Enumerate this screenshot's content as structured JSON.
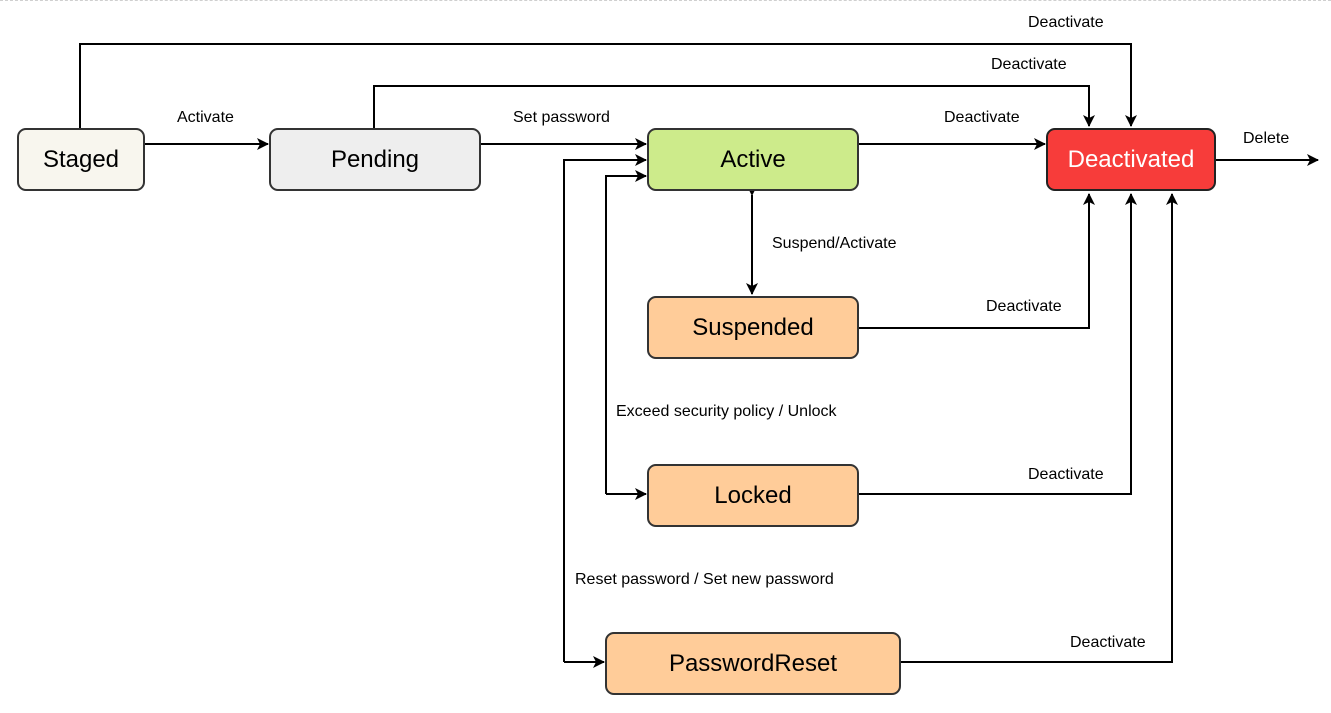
{
  "states": {
    "staged": "Staged",
    "pending": "Pending",
    "active": "Active",
    "deactivated": "Deactivated",
    "suspended": "Suspended",
    "locked": "Locked",
    "password_reset": "PasswordReset"
  },
  "transitions": {
    "staged_deactivate": "Deactivate",
    "pending_deactivate": "Deactivate",
    "staged_activate": "Activate",
    "pending_set_password": "Set password",
    "active_deactivate": "Deactivate",
    "delete": "Delete",
    "suspend_activate": "Suspend/Activate",
    "suspended_deactivate": "Deactivate",
    "security_unlock": "Exceed security policy / Unlock",
    "locked_deactivate": "Deactivate",
    "reset_password": "Reset password / Set new password",
    "password_reset_deactivate": "Deactivate"
  },
  "colors": {
    "staged": "#f8f6ee",
    "pending": "#eeeeee",
    "active": "#cdeb8b",
    "deactivated": "#f73c3a",
    "suspended": "#ffcc99",
    "locked": "#ffcc99",
    "password_reset": "#ffcc99",
    "deactivated_text": "#ffffff"
  }
}
